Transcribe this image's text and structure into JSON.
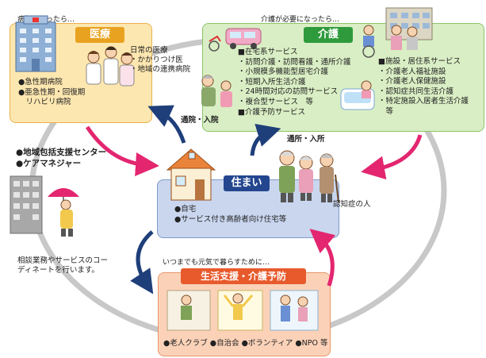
{
  "medical": {
    "caption": "病気になったら…",
    "title": "医療",
    "daily_title": "日常の医療",
    "daily_items": [
      "・かかりつけ医",
      "・地域の連携病院"
    ],
    "hospital_items": [
      "●急性期病院",
      "●亜急性期・回復期",
      "　リハビリ病院"
    ]
  },
  "care": {
    "caption": "介護が必要になったら…",
    "title": "介護",
    "home_items": [
      "■在宅系サービス",
      "・訪問介護・訪問看護・通所介護",
      "・小規模多機能型居宅介護",
      "・短期入所生活介護",
      "・24時間対応の訪問サービス",
      "・複合型サービス　等",
      "■介護予防サービス"
    ],
    "facility_items": [
      "■施設・居住系サービス",
      "・介護老人福祉施設",
      "・介護老人保健施設",
      "・認知症共同生活介護",
      "・特定施設入居者生活介護",
      "　等"
    ]
  },
  "home": {
    "title": "住まい",
    "items": [
      "●自宅",
      "●サービス付き高齢者向け住宅等"
    ]
  },
  "support": {
    "caption": "いつまでも元気で暮らすために…",
    "title": "生活支援・介護予防",
    "items": "●老人クラブ ●自治会 ●ボランティア ●NPO 等"
  },
  "community": {
    "items": [
      "●地域包括支援センター",
      "●ケアマネジャー"
    ],
    "note": [
      "相談業務やサービスのコー",
      "ディネートを行います。"
    ]
  },
  "arrows": {
    "to_medical": "通院・入院",
    "to_care": "通所・入所"
  },
  "dementia_label": "認知症の人",
  "colors": {
    "medical_fill": "#fde7b0",
    "medical_header": "#e8a21f",
    "care_fill": "#d9eec4",
    "care_header": "#2f9a3c",
    "home_fill": "#c9d6ee",
    "home_header": "#23468f",
    "support_fill": "#fbd2b8",
    "support_header": "#e85a2c",
    "arrow_pink": "#e3266f",
    "arrow_navy": "#1f3f7a",
    "ring": "#c8c8c8"
  }
}
